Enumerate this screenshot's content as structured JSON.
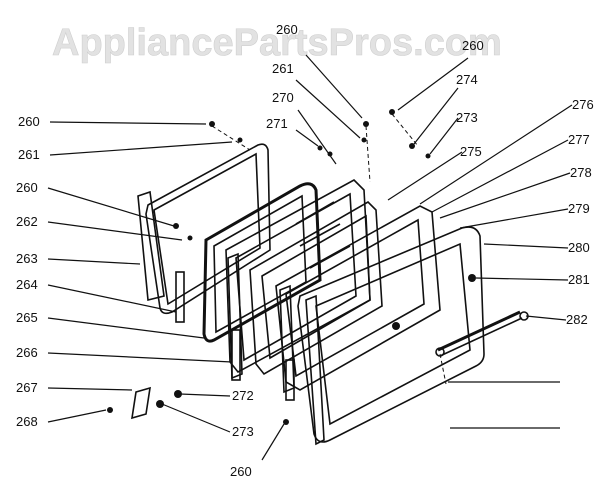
{
  "watermark": "AppliancePartsPros.com",
  "labels": {
    "l260a": "260",
    "l261a": "261",
    "l260b": "260",
    "l262": "262",
    "l263": "263",
    "l264": "264",
    "l265": "265",
    "l266": "266",
    "l267": "267",
    "l268": "268",
    "l260top": "260",
    "l261top": "261",
    "l270": "270",
    "l271": "271",
    "l260tr": "260",
    "l274": "274",
    "l273a": "273",
    "l275": "275",
    "l276": "276",
    "l277": "277",
    "l278": "278",
    "l279": "279",
    "l280": "280",
    "l281": "281",
    "l282": "282",
    "l272": "272",
    "l273b": "273",
    "l260bot": "260"
  }
}
